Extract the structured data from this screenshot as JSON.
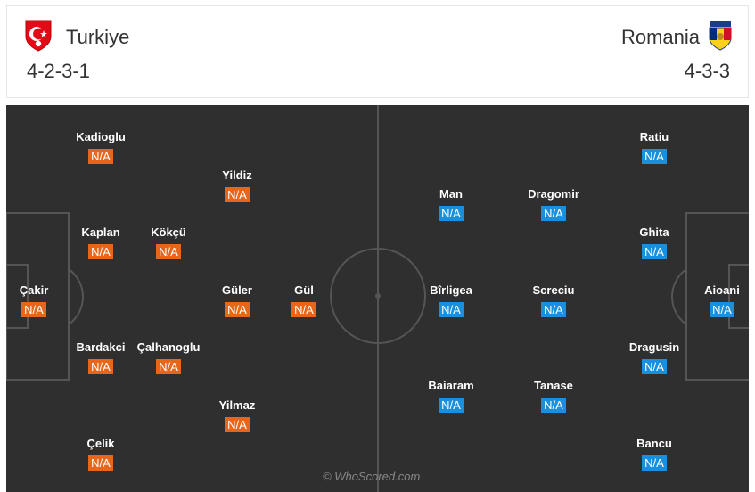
{
  "home": {
    "name": "Turkiye",
    "formation": "4-2-3-1",
    "color": "#e8661a",
    "players": [
      {
        "name": "Çakir",
        "rating": "N/A"
      },
      {
        "name": "Kadioglu",
        "rating": "N/A"
      },
      {
        "name": "Kaplan",
        "rating": "N/A"
      },
      {
        "name": "Bardakci",
        "rating": "N/A"
      },
      {
        "name": "Çelik",
        "rating": "N/A"
      },
      {
        "name": "Kökçü",
        "rating": "N/A"
      },
      {
        "name": "Çalhanoglu",
        "rating": "N/A"
      },
      {
        "name": "Yildiz",
        "rating": "N/A"
      },
      {
        "name": "Güler",
        "rating": "N/A"
      },
      {
        "name": "Yilmaz",
        "rating": "N/A"
      },
      {
        "name": "Gül",
        "rating": "N/A"
      }
    ]
  },
  "away": {
    "name": "Romania",
    "formation": "4-3-3",
    "color": "#1a8fdb",
    "players": [
      {
        "name": "Aioani",
        "rating": "N/A"
      },
      {
        "name": "Ratiu",
        "rating": "N/A"
      },
      {
        "name": "Ghita",
        "rating": "N/A"
      },
      {
        "name": "Dragusin",
        "rating": "N/A"
      },
      {
        "name": "Bancu",
        "rating": "N/A"
      },
      {
        "name": "Dragomir",
        "rating": "N/A"
      },
      {
        "name": "Screciu",
        "rating": "N/A"
      },
      {
        "name": "Tanase",
        "rating": "N/A"
      },
      {
        "name": "Man",
        "rating": "N/A"
      },
      {
        "name": "Bîrligea",
        "rating": "N/A"
      },
      {
        "name": "Baiaram",
        "rating": "N/A"
      }
    ]
  },
  "watermark": "© WhoScored.com"
}
